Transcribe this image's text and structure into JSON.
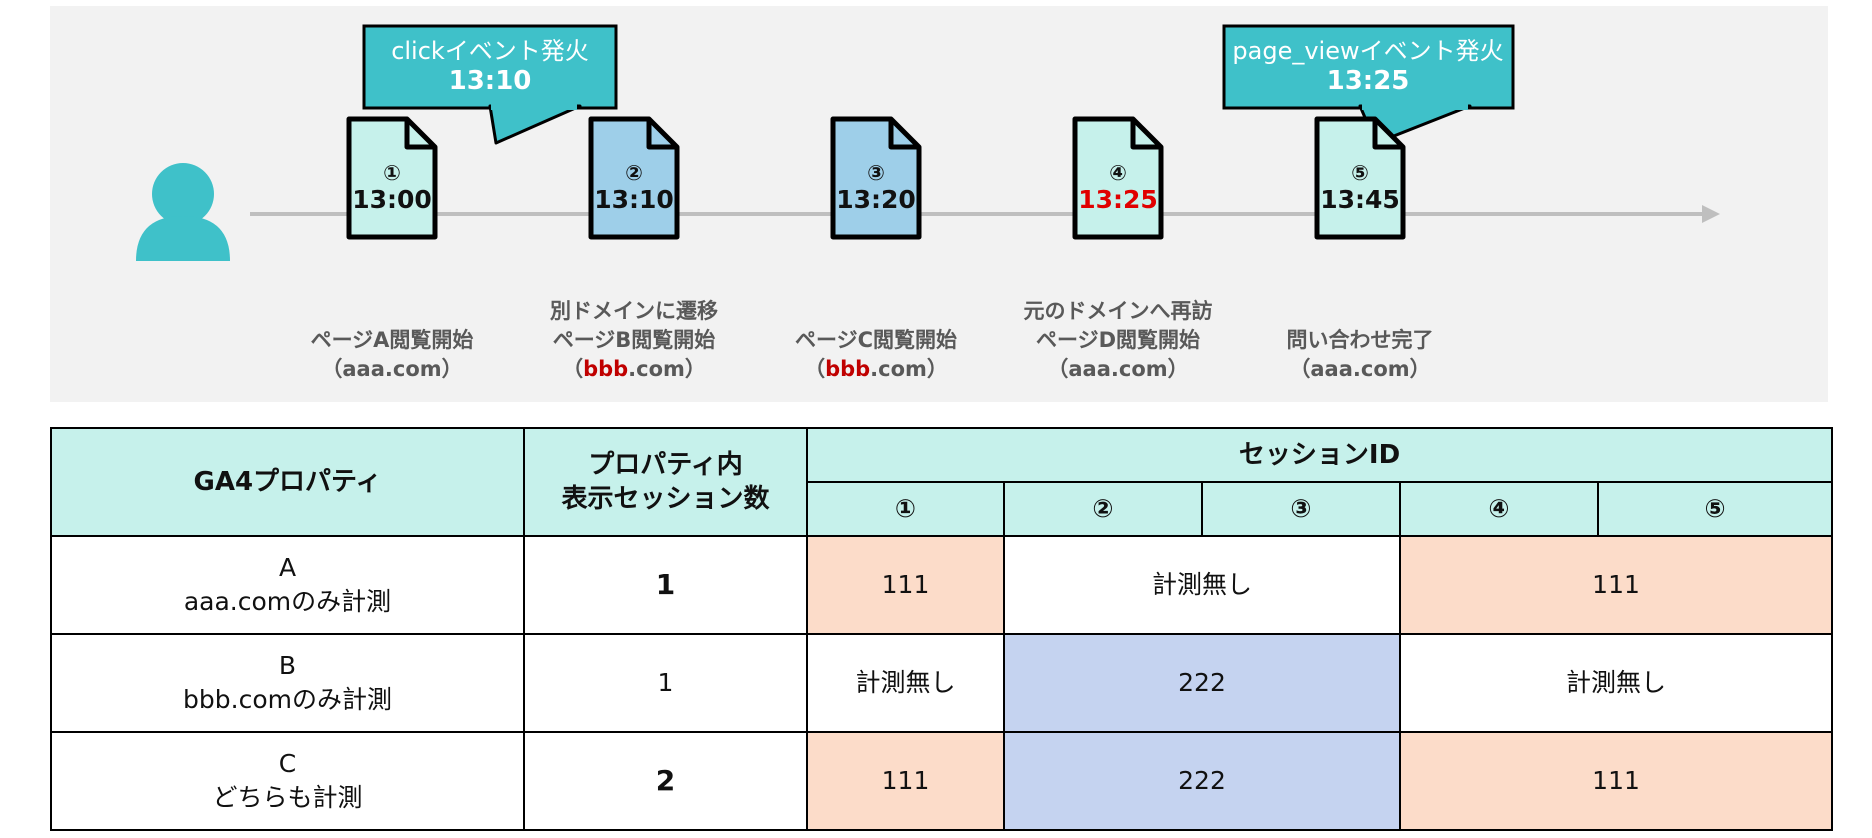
{
  "bubbles": [
    {
      "event": "clickイベント発火",
      "time": "13:10"
    },
    {
      "event": "page_viewイベント発火",
      "time": "13:25"
    }
  ],
  "pages": [
    {
      "num": "①",
      "time": "13:00",
      "time_color": "#111111",
      "fill": "#c6f1eb",
      "label_lines": [
        "ページA閲覧開始"
      ],
      "domain_pre": "（",
      "domain_hl": "",
      "domain_rest": "aaa.com）"
    },
    {
      "num": "②",
      "time": "13:10",
      "time_color": "#111111",
      "fill": "#9ecfe9",
      "label_lines": [
        "別ドメインに遷移",
        "ページB閲覧開始"
      ],
      "domain_pre": "（",
      "domain_hl": "bbb",
      "domain_rest": ".com）"
    },
    {
      "num": "③",
      "time": "13:20",
      "time_color": "#111111",
      "fill": "#9ecfe9",
      "label_lines": [
        "ページC閲覧開始"
      ],
      "domain_pre": "（",
      "domain_hl": "bbb",
      "domain_rest": ".com）"
    },
    {
      "num": "④",
      "time": "13:25",
      "time_color": "#e00000",
      "fill": "#c6f1eb",
      "label_lines": [
        "元のドメインへ再訪",
        "ページD閲覧開始"
      ],
      "domain_pre": "（",
      "domain_hl": "",
      "domain_rest": "aaa.com）"
    },
    {
      "num": "⑤",
      "time": "13:45",
      "time_color": "#111111",
      "fill": "#c6f1eb",
      "label_lines": [
        "問い合わせ完了"
      ],
      "domain_pre": "（",
      "domain_hl": "",
      "domain_rest": "aaa.com）"
    }
  ],
  "table": {
    "col_property": "GA4プロパティ",
    "col_count_line1": "プロパティ内",
    "col_count_line2": "表示セッション数",
    "col_session_id": "セッションID",
    "sub_headers": [
      "①",
      "②",
      "③",
      "④",
      "⑤"
    ],
    "rows": [
      {
        "name": "A",
        "desc": "aaa.comのみ計測",
        "count": "1",
        "c1": "111",
        "c23": "計測無し",
        "c45": "111"
      },
      {
        "name": "B",
        "desc": "bbb.comのみ計測",
        "count": "1",
        "c1": "計測無し",
        "c23": "222",
        "c45": "計測無し"
      },
      {
        "name": "C",
        "desc": "どちらも計測",
        "count": "2",
        "c1": "111",
        "c23": "222",
        "c45": "111"
      }
    ]
  },
  "colors": {
    "teal_bubble": "#3fc1c9",
    "user_icon": "#3fc1c9",
    "light_teal": "#c6f1eb",
    "light_blue": "#9ecfe9",
    "orange_cell": "#fcdcc9",
    "blue_cell": "#c5d3f0",
    "highlight_red": "#c00000"
  }
}
